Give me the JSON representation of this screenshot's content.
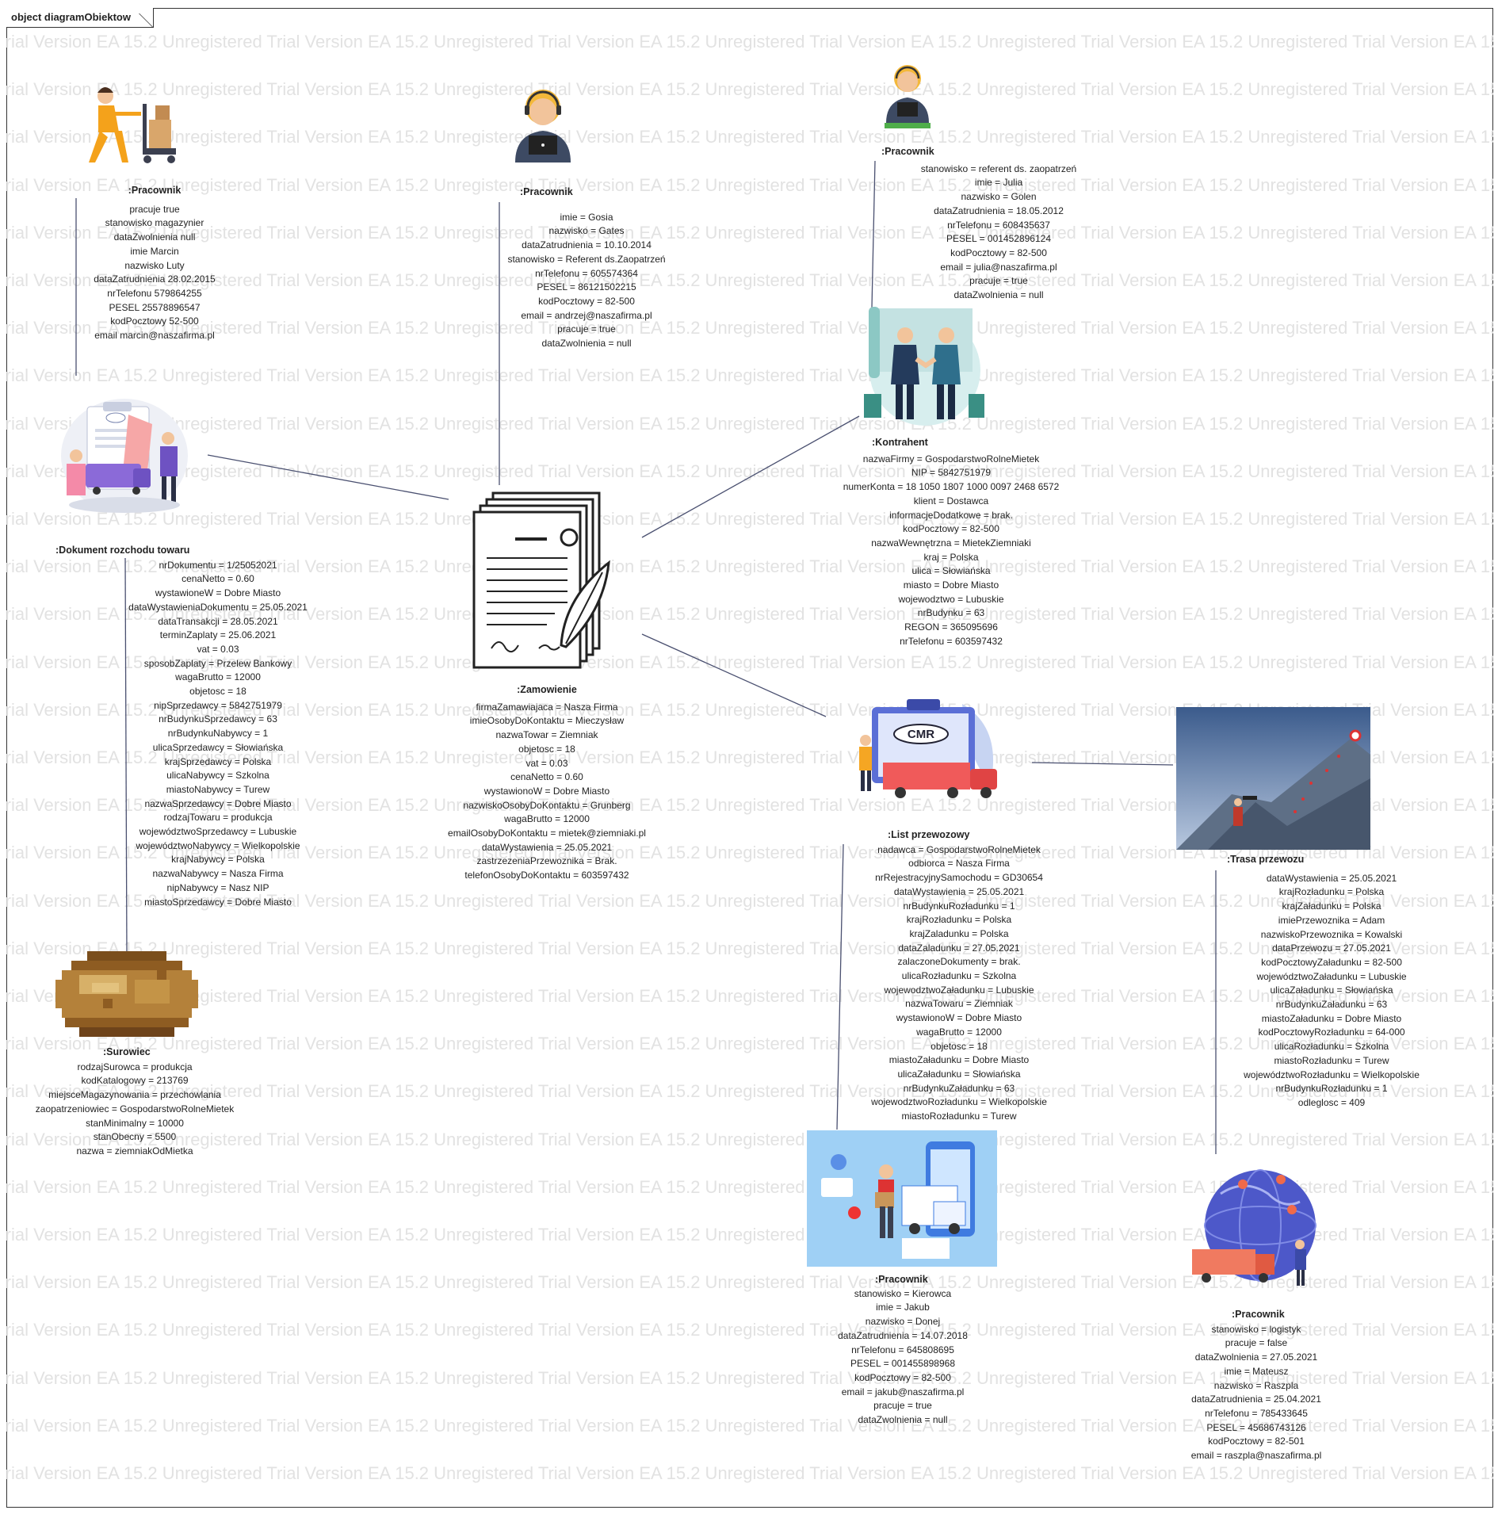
{
  "diagram": {
    "tab_title": "object diagramObiektow",
    "watermark_text": "Trial Version EA 15.2 Unregistered Trial Version EA 15.2 Unregistered Trial Version EA 15.2 Unregistered Trial Version EA 15.2 Unregistered Trial Version EA 15.2 Unregistered Trial Version EA 15.2 Unregistered"
  },
  "objects": {
    "pracownik_magazynier": {
      "title": ":Pracownik",
      "icon": "warehouse-worker-icon",
      "attrs": [
        "pracuje true",
        "stanowisko magazynier",
        "dataZwolnienia null",
        "imie Marcin",
        "nazwisko Luty",
        "dataZatrudnienia 28.02.2015",
        "nrTelefonu 579864255",
        "PESEL 25578896547",
        "kodPocztowy 52-500",
        "email marcin@naszafirma.pl"
      ]
    },
    "pracownik_gosia": {
      "title": ":Pracownik",
      "icon": "headset-operator-icon",
      "attrs": [
        "imie = Gosia",
        "nazwisko = Gates",
        "dataZatrudnienia = 10.10.2014",
        "stanowisko = Referent ds.Zaopatrzeń",
        "nrTelefonu = 605574364",
        "PESEL = 86121502215",
        "kodPocztowy = 82-500",
        "email = andrzej@naszafirma.pl",
        "pracuje = true",
        "dataZwolnienia = null"
      ]
    },
    "pracownik_julia": {
      "title": ":Pracownik",
      "icon": "headset-operator-icon",
      "attrs": [
        "stanowisko = referent ds. zaopatrzeń",
        "imie = Julia",
        "nazwisko = Golen",
        "dataZatrudnienia = 18.05.2012",
        "nrTelefonu = 608435637",
        "PESEL = 001452896124",
        "kodPocztowy = 82-500",
        "email = julia@naszafirma.pl",
        "pracuje = true",
        "dataZwolnienia = null"
      ]
    },
    "dokument": {
      "title": ":Dokument rozchodu towaru",
      "icon": "cmr-document-icon",
      "attrs": [
        "nrDokumentu = 1/25052021",
        "cenaNetto = 0.60",
        "wystawioneW = Dobre Miasto",
        "dataWystawieniaDokumentu = 25.05.2021",
        "dataTransakcji = 28.05.2021",
        "terminZaplaty = 25.06.2021",
        "vat = 0.03",
        "sposobZaplaty = Przelew Bankowy",
        "wagaBrutto = 12000",
        "objetosc = 18",
        "nipSprzedawcy = 5842751979",
        "nrBudynkuSprzedawcy = 63",
        "nrBudynkuNabywcy = 1",
        "ulicaSprzedawcy = Słowiańska",
        "krajSprzedawcy = Polska",
        "ulicaNabywcy = Szkolna",
        "miastoNabywcy = Turew",
        "nazwaSprzedawcy = Dobre Miasto",
        "rodzajTowaru = produkcja",
        "województwoSprzedawcy = Lubuskie",
        "województwoNabywcy = Wielkopolskie",
        "krajNabywcy = Polska",
        "nazwaNabywcy = Nasza Firma",
        "nipNabywcy = Nasz NIP",
        "miastoSprzedawcy = Dobre Miasto"
      ]
    },
    "zamowienie": {
      "title": ":Zamowienie",
      "icon": "contract-document-icon",
      "attrs": [
        "firmaZamawiajaca = Nasza Firma",
        "imieOsobyDoKontaktu = Mieczysław",
        "nazwaTowar = Ziemniak",
        "objetosc = 18",
        "vat = 0.03",
        "cenaNetto = 0.60",
        "wystawionoW = Dobre Miasto",
        "nazwiskoOsobyDoKontaktu = Grunberg",
        "wagaBrutto = 12000",
        "emailOsobyDoKontaktu = mietek@ziemniaki.pl",
        "dataWystawienia = 25.05.2021",
        "zastrzezeniaPrzewoznika = Brak.",
        "telefonOsobyDoKontaktu = 603597432"
      ]
    },
    "kontrahent": {
      "title": ":Kontrahent",
      "icon": "handshake-icon",
      "attrs": [
        "nazwaFirmy = GospodarstwoRolneMietek",
        "NIP = 5842751979",
        "numerKonta = 18 1050 1807 1000 0097 2468 6572",
        "klient = Dostawca",
        "informacjeDodatkowe = brak.",
        "kodPocztowy = 82-500",
        "nazwaWewnętrzna = MietekZiemniaki",
        "kraj = Polska",
        "ulica = Słowiańska",
        "miasto = Dobre Miasto",
        "wojewodztwo = Lubuskie",
        "nrBudynku = 63",
        "REGON = 365095696",
        "nrTelefonu = 603597432"
      ]
    },
    "list_przewozowy": {
      "title": ":List przewozowy",
      "icon": "cmr-truck-icon",
      "cmr_label": "CMR",
      "attrs": [
        "nadawca = GospodarstwoRolneMietek",
        "odbiorca = Nasza Firma",
        "nrRejestracyjnySamochodu = GD30654",
        "dataWystawienia = 25.05.2021",
        "nrBudynkuRozładunku = 1",
        "krajRozładunku = Polska",
        "krajZaladunku = Polska",
        "dataZaladunku = 27.05.2021",
        "zalaczoneDokumenty = brak.",
        "ulicaRozładunku = Szkolna",
        "wojewodztwoZaładunku = Lubuskie",
        "nazwaTowaru = Ziemniak",
        "wystawionoW = Dobre Miasto",
        "wagaBrutto = 12000",
        "objetosc = 18",
        "miastoZaładunku = Dobre Miasto",
        "ulicaZaładunku = Słowiańska",
        "nrBudynkuZaładunku = 63",
        "wojewodztwoRozładunku = Wielkopolskie",
        "miastoRozładunku = Turew"
      ]
    },
    "trasa": {
      "title": ":Trasa przewozu",
      "icon": "mountain-route-icon",
      "attrs": [
        "dataWystawienia = 25.05.2021",
        "krajRozładunku = Polska",
        "krajZaładunku = Polska",
        "imiePrzewoznika = Adam",
        "nazwiskoPrzewoznika = Kowalski",
        "dataPrzewozu = 27.05.2021",
        "kodPocztowyZaładunku = 82-500",
        "województwoZaładunku = Lubuskie",
        "ulicaZaładunku = Słowiańska",
        "nrBudynkuZaładunku = 63",
        "miastoZaładunku = Dobre Miasto",
        "kodPocztowyRozładunku = 64-000",
        "ulicaRozładunku = Szkolna",
        "miastoRozładunku = Turew",
        "województwoRozładunku = Wielkopolskie",
        "nrBudynkuRozładunku = 1",
        "odleglosc = 409"
      ]
    },
    "surowiec": {
      "title": ":Surowiec",
      "icon": "potato-icon",
      "attrs": [
        "rodzajSurowca = produkcja",
        "kodKatalogowy = 213769",
        "miejsceMagazynowania = przechowlania",
        "zaopatrzeniowiec = GospodarstwoRolneMietek",
        "stanMinimalny = 10000",
        "stanObecny = 5500",
        "nazwa = ziemniakOdMietka"
      ]
    },
    "pracownik_jakub": {
      "title": ":Pracownik",
      "icon": "delivery-courier-icon",
      "attrs": [
        "stanowisko = Kierowca",
        "imie = Jakub",
        "nazwisko = Donej",
        "dataZatrudnienia = 14.07.2018",
        "nrTelefonu = 645808695",
        "PESEL = 001455898968",
        "kodPocztowy = 82-500",
        "email = jakub@naszafirma.pl",
        "pracuje = true",
        "dataZwolnienia = null"
      ]
    },
    "pracownik_mateusz": {
      "title": ":Pracownik",
      "icon": "logistics-globe-icon",
      "attrs": [
        "stanowisko = logistyk",
        "pracuje = false",
        "dataZwolnienia = 27.05.2021",
        "imie = Mateusz",
        "nazwisko = Raszpla",
        "dataZatrudnienia = 25.04.2021",
        "nrTelefonu = 785433645",
        "PESEL = 45686743126",
        "kodPocztowy = 82-501",
        "email = raszpla@naszafirma.pl"
      ]
    }
  },
  "colors": {
    "connector": "#4a5070",
    "watermark": "#e2e2e2"
  }
}
